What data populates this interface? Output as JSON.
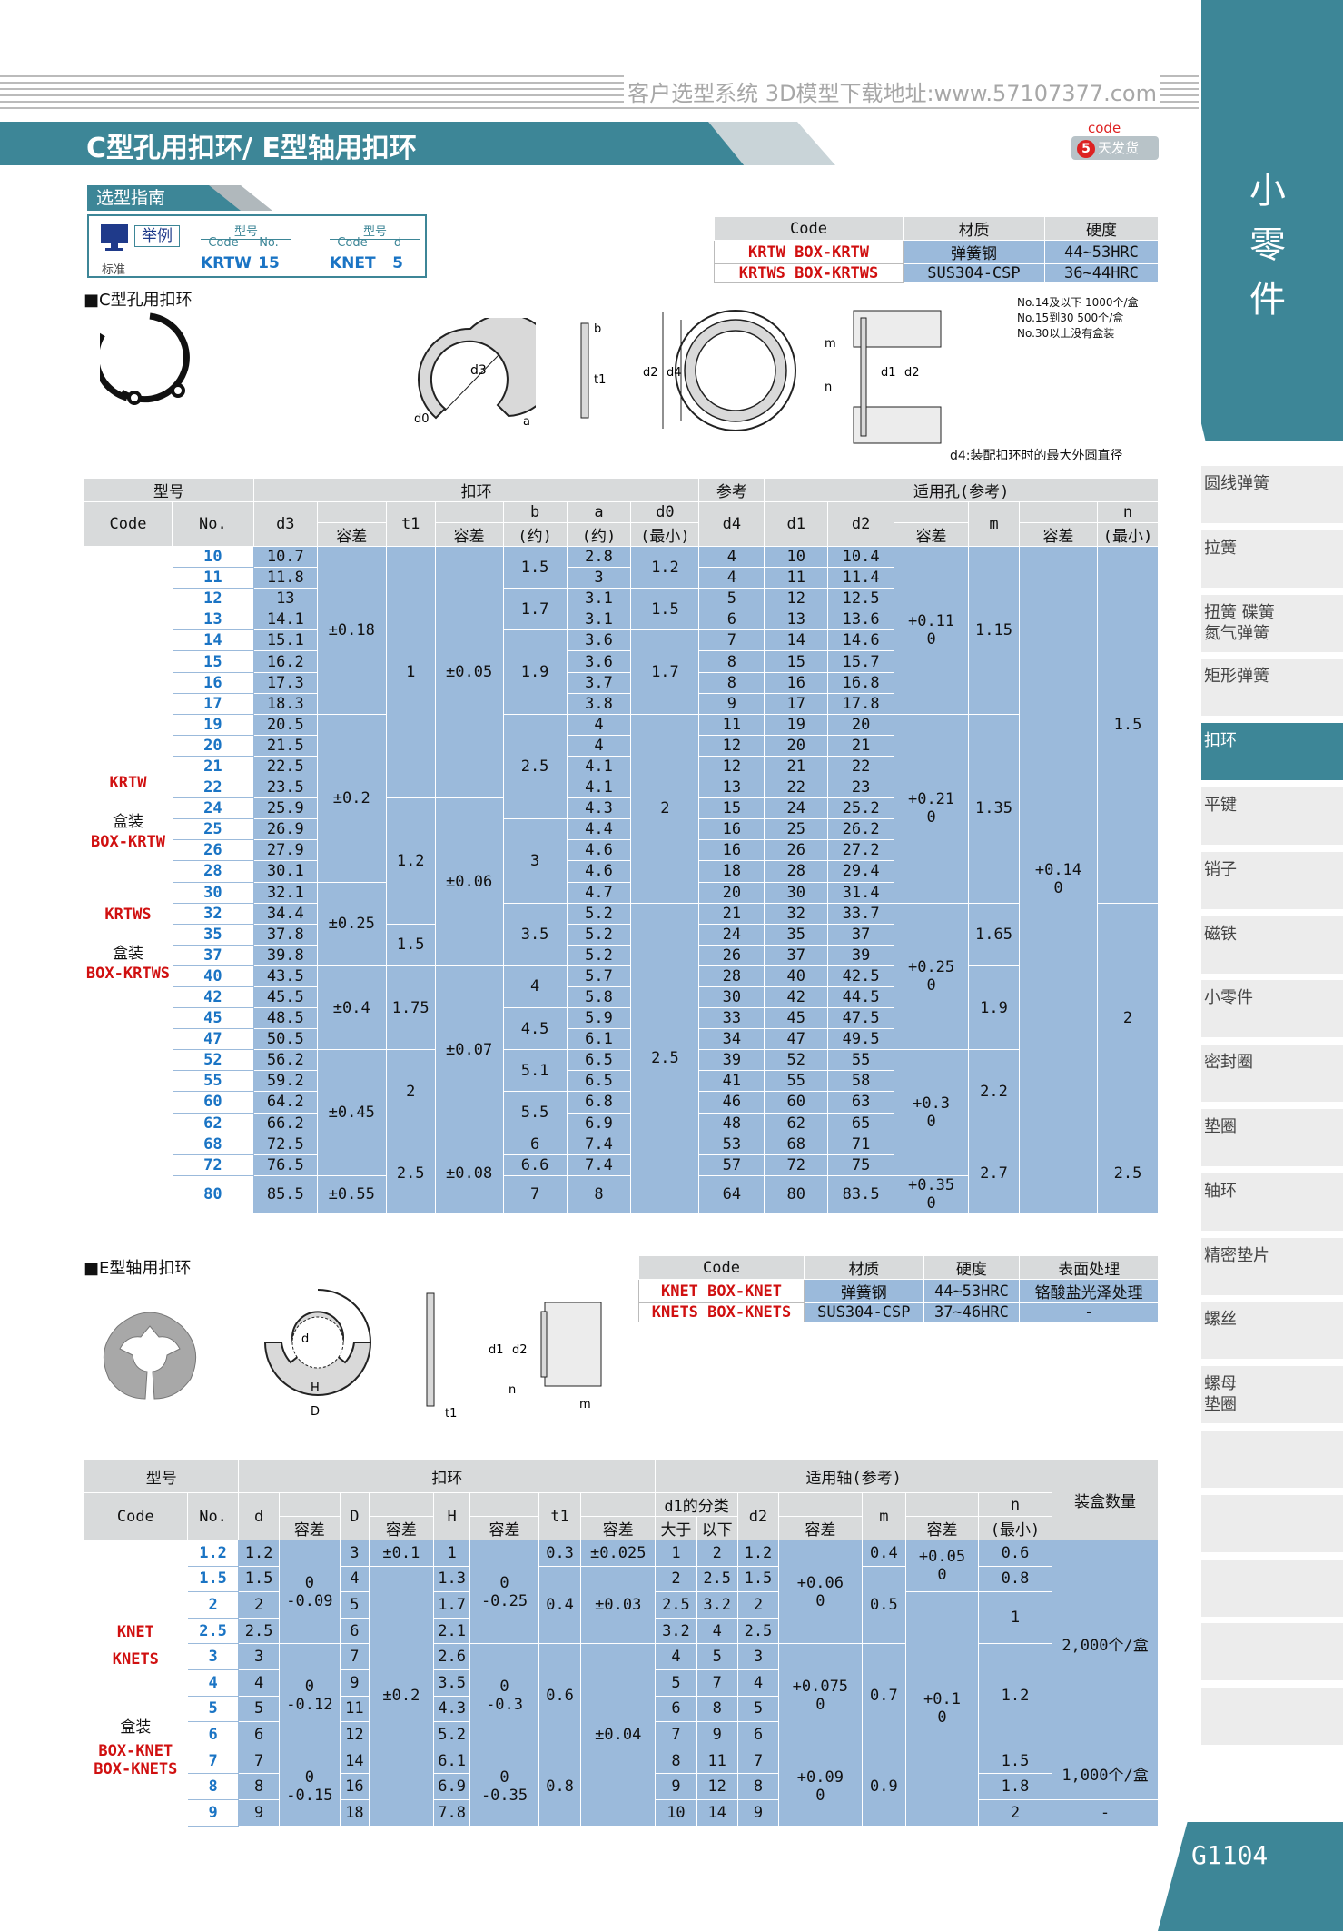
{
  "top_banner": "客户选型系统 3D模型下载地址:www.57107377.com",
  "title": "C型孔用扣环/ E型轴用扣环",
  "badge": {
    "code": "code",
    "days": "5",
    "text": "天发货"
  },
  "guide": {
    "title": "选型指南",
    "example": "举例",
    "std": "标准",
    "h1": "型号",
    "c1": "Code",
    "n1": "No.",
    "v1a": "KRTW",
    "v1b": "15",
    "h2": "型号",
    "c2": "Code",
    "d2": "d",
    "v2a": "KNET",
    "v2b": "5"
  },
  "c_title": "■C型孔用扣环",
  "e_title": "■E型轴用扣环",
  "mat_c": {
    "h": [
      "Code",
      "材质",
      "硬度"
    ],
    "rows": [
      [
        "KRTW  BOX-KRTW",
        "弹簧钢",
        "44~53HRC"
      ],
      [
        "KRTWS  BOX-KRTWS",
        "SUS304-CSP",
        "36~44HRC"
      ]
    ]
  },
  "pack_note": [
    "No.14及以下 1000个/盒",
    "No.15到30    500个/盒",
    "No.30以上没有盒装"
  ],
  "d4_note": "d4:装配扣环时的最大外圆直径",
  "mat_e": {
    "h": [
      "Code",
      "材质",
      "硬度",
      "表面处理"
    ],
    "rows": [
      [
        "KNET  BOX-KNET",
        "弹簧钢",
        "44~53HRC",
        "铬酸盐光泽处理"
      ],
      [
        "KNETS  BOX-KNETS",
        "SUS304-CSP",
        "37~46HRC",
        "-"
      ]
    ]
  },
  "dims_c": [
    "d3",
    "d0",
    "a",
    "b",
    "t1",
    "d2",
    "d4",
    "m",
    "n",
    "d1",
    "d2"
  ],
  "dims_e": [
    "d",
    "H",
    "D",
    "t1",
    "d1",
    "d2",
    "n",
    "m"
  ],
  "ct": {
    "h1": [
      "型号",
      "扣环",
      "参考",
      "适用孔(参考)"
    ],
    "h2": [
      "Code",
      "No.",
      "d3",
      "t1",
      "b",
      "a",
      "d0",
      "d4",
      "d1",
      "d2",
      "m",
      "n"
    ],
    "h3": [
      "容差",
      "容差",
      "(约)",
      "(约)",
      "(最小)",
      "容差",
      "容差",
      "(最小)"
    ],
    "code_labels": [
      "KRTW",
      "盒装",
      "BOX-KRTW",
      "KRTWS",
      "盒装",
      "BOX-KRTWS"
    ],
    "no": [
      "10",
      "11",
      "12",
      "13",
      "14",
      "15",
      "16",
      "17",
      "19",
      "20",
      "21",
      "22",
      "24",
      "25",
      "26",
      "28",
      "30",
      "32",
      "35",
      "37",
      "40",
      "42",
      "45",
      "47",
      "52",
      "55",
      "60",
      "62",
      "68",
      "72",
      "80"
    ],
    "d3": [
      "10.7",
      "11.8",
      "13",
      "14.1",
      "15.1",
      "16.2",
      "17.3",
      "18.3",
      "20.5",
      "21.5",
      "22.5",
      "23.5",
      "25.9",
      "26.9",
      "27.9",
      "30.1",
      "32.1",
      "34.4",
      "37.8",
      "39.8",
      "43.5",
      "45.5",
      "48.5",
      "50.5",
      "56.2",
      "59.2",
      "64.2",
      "66.2",
      "72.5",
      "76.5",
      "85.5"
    ],
    "a": [
      "2.8",
      "3",
      "3.1",
      "3.1",
      "3.6",
      "3.6",
      "3.7",
      "3.8",
      "4",
      "4",
      "4.1",
      "4.1",
      "4.3",
      "4.4",
      "4.6",
      "4.6",
      "4.7",
      "5.2",
      "5.2",
      "5.2",
      "5.7",
      "5.8",
      "5.9",
      "6.1",
      "6.5",
      "6.5",
      "6.8",
      "6.9",
      "7.4",
      "7.4",
      "8"
    ],
    "d4": [
      "4",
      "4",
      "5",
      "6",
      "7",
      "8",
      "8",
      "9",
      "11",
      "12",
      "12",
      "13",
      "15",
      "16",
      "16",
      "18",
      "20",
      "21",
      "24",
      "26",
      "28",
      "30",
      "33",
      "34",
      "39",
      "41",
      "46",
      "48",
      "53",
      "57",
      "64"
    ],
    "d1": [
      "10",
      "11",
      "12",
      "13",
      "14",
      "15",
      "16",
      "17",
      "19",
      "20",
      "21",
      "22",
      "24",
      "25",
      "26",
      "28",
      "30",
      "32",
      "35",
      "37",
      "40",
      "42",
      "45",
      "47",
      "52",
      "55",
      "60",
      "62",
      "68",
      "72",
      "80"
    ],
    "d2": [
      "10.4",
      "11.4",
      "12.5",
      "13.6",
      "14.6",
      "15.7",
      "16.8",
      "17.8",
      "20",
      "21",
      "22",
      "23",
      "25.2",
      "26.2",
      "27.2",
      "29.4",
      "31.4",
      "33.7",
      "37",
      "39",
      "42.5",
      "44.5",
      "47.5",
      "49.5",
      "55",
      "58",
      "63",
      "65",
      "71",
      "75",
      "83.5"
    ],
    "d3tol": [
      "±0.18",
      "±0.2",
      "±0.25",
      "±0.4",
      "±0.45",
      "±0.55"
    ],
    "t1": [
      "1",
      "1.2",
      "1.5",
      "1.75",
      "2",
      "2.5"
    ],
    "t1tol": [
      "±0.05",
      "±0.06",
      "±0.07",
      "±0.08"
    ],
    "b": [
      "1.5",
      "1.7",
      "1.9",
      "2.5",
      "3",
      "3.5",
      "4",
      "4.5",
      "5.1",
      "5.5",
      "6",
      "6.6",
      "7"
    ],
    "d0": [
      "1.2",
      "1.5",
      "1.7",
      "2",
      "2.5"
    ],
    "d1tol": [
      "+0.11",
      "0",
      "+0.21",
      "0",
      "+0.25",
      "0",
      "+0.3",
      "0",
      "+0.35",
      "0"
    ],
    "m": [
      "1.15",
      "1.35",
      "1.65",
      "1.9",
      "2.2",
      "2.7"
    ],
    "mtol": [
      "+0.14",
      "0"
    ],
    "n": [
      "1.5",
      "2",
      "2.5"
    ]
  },
  "et": {
    "h1": [
      "型号",
      "扣环",
      "适用轴(参考)",
      "装盒数量"
    ],
    "h2": [
      "Code",
      "No.",
      "d",
      "D",
      "H",
      "t1",
      "d1的分类",
      "d2",
      "m",
      "n"
    ],
    "h3": [
      "容差",
      "容差",
      "容差",
      "容差",
      "大于",
      "以下",
      "容差",
      "容差",
      "(最小)"
    ],
    "code_labels": [
      "KNET",
      "KNETS",
      "盒装",
      "BOX-KNET",
      "BOX-KNETS"
    ],
    "no": [
      "1.2",
      "1.5",
      "2",
      "2.5",
      "3",
      "4",
      "5",
      "6",
      "7",
      "8",
      "9"
    ],
    "d": [
      "1.2",
      "1.5",
      "2",
      "2.5",
      "3",
      "4",
      "5",
      "6",
      "7",
      "8",
      "9"
    ],
    "D": [
      "3",
      "4",
      "5",
      "6",
      "7",
      "9",
      "11",
      "12",
      "14",
      "16",
      "18"
    ],
    "H": [
      "1",
      "1.3",
      "1.7",
      "2.1",
      "2.6",
      "3.5",
      "4.3",
      "5.2",
      "6.1",
      "6.9",
      "7.8"
    ],
    "gt": [
      "1",
      "2",
      "2.5",
      "3.2",
      "4",
      "5",
      "6",
      "7",
      "8",
      "9",
      "10"
    ],
    "le": [
      "2",
      "2.5",
      "3.2",
      "4",
      "5",
      "7",
      "8",
      "9",
      "11",
      "12",
      "14"
    ],
    "d2": [
      "1.2",
      "1.5",
      "2",
      "2.5",
      "3",
      "4",
      "5",
      "6",
      "7",
      "8",
      "9"
    ],
    "dtol": [
      "0",
      "-0.09",
      "0",
      "-0.12",
      "0",
      "-0.15"
    ],
    "Dtol": [
      "±0.1",
      "±0.2"
    ],
    "Htol": [
      "0",
      "-0.25",
      "0",
      "-0.3",
      "0",
      "-0.35"
    ],
    "t1": [
      "0.3",
      "0.4",
      "0.6",
      "0.8"
    ],
    "t1tol": [
      "±0.025",
      "±0.03",
      "±0.04"
    ],
    "d2tol": [
      "+0.06",
      "0",
      "+0.075",
      "0",
      "+0.09",
      "0"
    ],
    "m": [
      "0.4",
      "0.5",
      "0.7",
      "0.9"
    ],
    "mtol": [
      "+0.05",
      "0",
      "+0.1",
      "0"
    ],
    "n": [
      "0.6",
      "0.8",
      "1",
      "1.2",
      "1.5",
      "1.8",
      "2"
    ],
    "qty": [
      "2,000个/盒",
      "1,000个/盒",
      "-"
    ]
  },
  "sidebar": {
    "big": [
      "小",
      "零",
      "件"
    ],
    "items": [
      "圆线弹簧",
      "拉簧",
      "扭簧 碟簧\n氮气弹簧",
      "矩形弹簧",
      "扣环",
      "平键",
      "销子",
      "磁铁",
      "小零件",
      "密封圈",
      "垫圈",
      "轴环",
      "精密垫片",
      "螺丝",
      "螺母\n垫圈",
      "",
      "",
      "",
      "",
      ""
    ]
  },
  "page_number": "G1104",
  "colors": {
    "accent": "#3d8697",
    "cell": "#9bbadb",
    "header": "#d8dadb",
    "code": "#1a74c4",
    "red": "#d01010"
  }
}
